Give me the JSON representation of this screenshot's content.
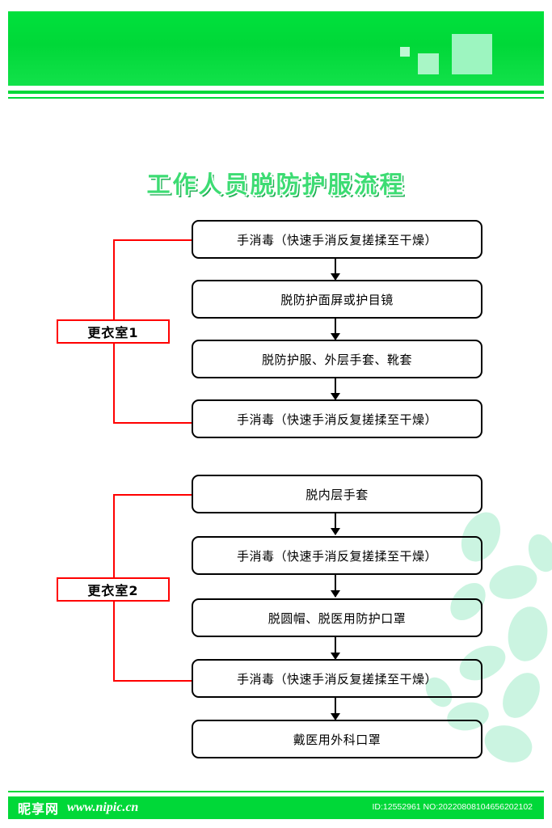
{
  "title": "工作人员脱防护服流程",
  "rooms": [
    {
      "label": "更衣室1"
    },
    {
      "label": "更衣室2"
    }
  ],
  "group1_nodes": [
    {
      "label": "手消毒（快速手消反复搓揉至干燥）"
    },
    {
      "label": "脱防护面屏或护目镜"
    },
    {
      "label": "脱防护服、外层手套、靴套"
    },
    {
      "label": "手消毒（快速手消反复搓揉至干燥）"
    }
  ],
  "group2_nodes": [
    {
      "label": "脱内层手套"
    },
    {
      "label": "手消毒（快速手消反复搓揉至干燥）"
    },
    {
      "label": "脱圆帽、脱医用防护口罩"
    },
    {
      "label": "手消毒（快速手消反复搓揉至干燥）"
    },
    {
      "label": "戴医用外科口罩"
    }
  ],
  "footer": {
    "logo": "昵享网",
    "url": "www.nipic.cn",
    "id": "ID:12552961 NO:20220808104656202102"
  },
  "colors": {
    "header_green": "#00d838",
    "title_green": "#3ddc73",
    "room_border_red": "#ff0000",
    "node_border": "#000000",
    "leaf_mint": "#bdf3dc"
  }
}
